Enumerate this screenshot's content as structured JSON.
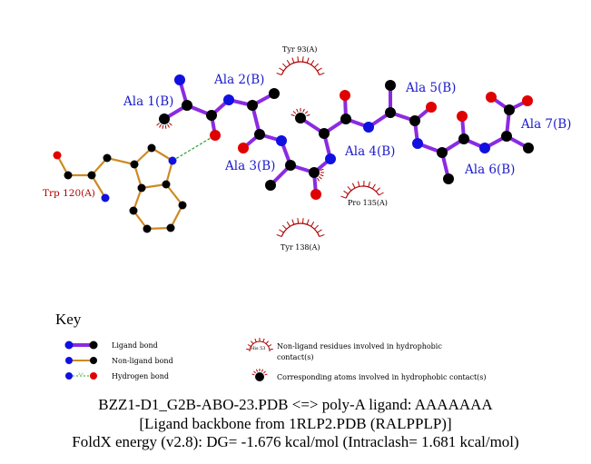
{
  "colors": {
    "ligand_bond": "#8a2be2",
    "nonligand_bond": "#cc8a22",
    "hbond": "#2c9c2c",
    "carbon": "#000000",
    "nitrogen": "#1010e0",
    "oxygen": "#e00000",
    "ligand_label": "#1a1acc",
    "residue_label": "#b00000"
  },
  "ligand_residues": [
    {
      "label": "Ala 1(B)"
    },
    {
      "label": "Ala 2(B)"
    },
    {
      "label": "Ala 3(B)"
    },
    {
      "label": "Ala 4(B)"
    },
    {
      "label": "Ala 5(B)"
    },
    {
      "label": "Ala 6(B)"
    },
    {
      "label": "Ala 7(B)"
    }
  ],
  "hbond_residues": [
    {
      "label": "Trp 120(A)"
    }
  ],
  "hydrophobic_residues": [
    {
      "label": "Tyr 93(A)"
    },
    {
      "label": "Pro 135(A)"
    },
    {
      "label": "Tyr 138(A)"
    }
  ],
  "key": {
    "title": "Key",
    "ligand_bond": "Ligand bond",
    "nonligand_bond": "Non-ligand bond",
    "hydrogen_bond": "Hydrogen bond",
    "hbond_length_example": "3.0",
    "hydrophobic_example_residue": "His 53",
    "hydrophobic_residues_line1": "Non-ligand residues involved in hydrophobic",
    "hydrophobic_residues_line2": "contact(s)",
    "hydrophobic_atoms": "Corresponding atoms involved in hydrophobic contact(s)"
  },
  "caption": {
    "line1": "BZZ1-D1_G2B-ABO-23.PDB <=> poly-A ligand: AAAAAAA",
    "line2": "[Ligand backbone from 1RLP2.PDB (RALPPLP)]",
    "line3": "FoldX energy (v2.8): DG= -1.676 kcal/mol (Intraclash= 1.681 kcal/mol)"
  }
}
